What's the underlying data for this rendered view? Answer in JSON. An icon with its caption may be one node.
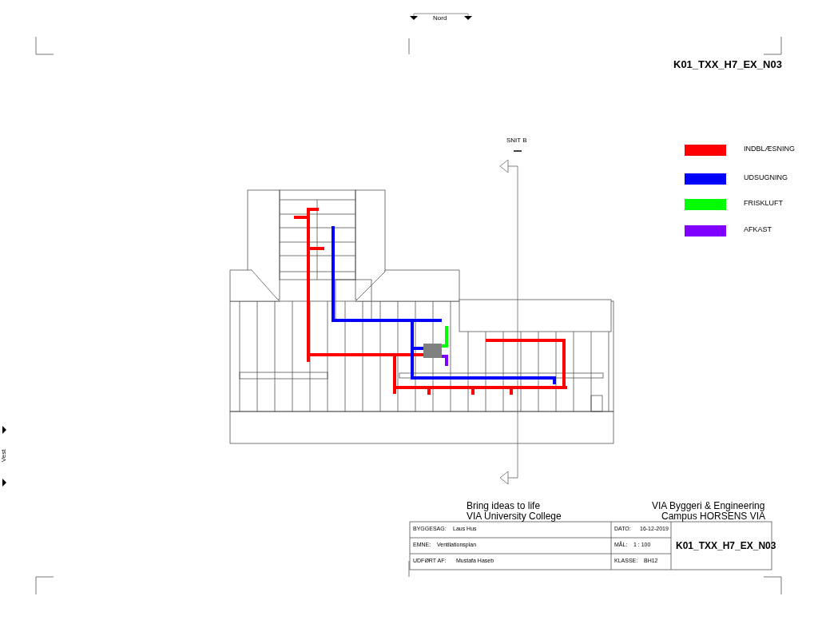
{
  "diagram": {
    "labels": [
      "Nord",
      "K01_TXX_H7_EX_N03",
      "SNIT B",
      "Vest",
      "Bring ideas to life",
      "VIA University College",
      "VIA Byggeri & Engineering",
      "Campus HORSENS VIA",
      "BYGGESAG:",
      "Laus Hus",
      "DATO:",
      "16-12-2019",
      "K01_TXX_H7_EX_N03",
      "EMNE:",
      "Ventilationsplan",
      "MÅL:",
      "1 : 100",
      "UDFØRT AF:",
      "Mustafa Haseb",
      "KLASSE:",
      "BH12"
    ],
    "legend": [
      {
        "text": "INDBLÆSNING",
        "color": "#ff0000"
      },
      {
        "text": "UDSUGNING",
        "color": "#0000ff"
      },
      {
        "text": "FRISKLUFT",
        "color": "#00ff00"
      },
      {
        "text": "AFKAST",
        "color": "#8000ff"
      }
    ]
  }
}
